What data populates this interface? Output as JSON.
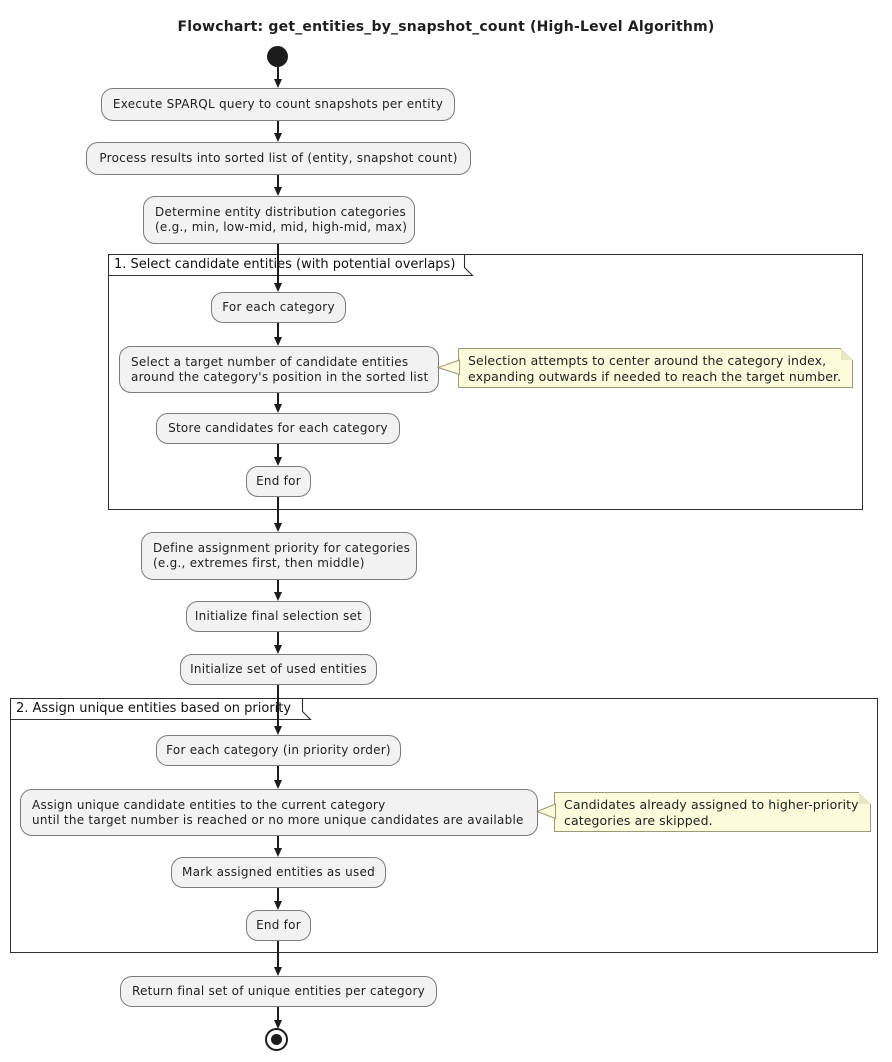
{
  "title": "Flowchart: get_entities_by_snapshot_count (High-Level Algorithm)",
  "colors": {
    "background": "#ffffff",
    "activity_fill": "#f2f2f2",
    "activity_border": "#7b7b7b",
    "text": "#1f1f1f",
    "line": "#1c1c1c",
    "frame_border": "#2e2e2e",
    "note_fill": "#fcfcdc",
    "note_border": "#9a9a78",
    "note_fold": "#e7e7c4"
  },
  "frames": {
    "f1": "1. Select candidate entities (with potential overlaps)",
    "f2": "2. Assign unique entities based on priority"
  },
  "notes": {
    "n1": [
      "Selection attempts to center around the category index,",
      "expanding outwards if needed to reach the target number."
    ],
    "n2": [
      "Candidates already assigned to higher-priority",
      "categories are skipped."
    ]
  },
  "activities": {
    "execute": "Execute SPARQL query to count snapshots per entity",
    "process": "Process results into sorted list of (entity, snapshot count)",
    "determine": [
      "Determine entity distribution categories",
      "(e.g., min, low-mid, mid, high-mid, max)"
    ],
    "foreach1": "For each category",
    "select": [
      "Select a target number of candidate entities",
      "around the category's position in the sorted list"
    ],
    "store": "Store candidates for each category",
    "endfor1": "End for",
    "define": [
      "Define assignment priority for categories",
      "(e.g., extremes first, then middle)"
    ],
    "init_selection": "Initialize final selection set",
    "init_used": "Initialize set of used entities",
    "foreach2": "For each category (in priority order)",
    "assign": [
      "Assign unique candidate entities to the current category",
      "until the target number is reached or no more unique candidates are available"
    ],
    "mark": "Mark assigned entities as used",
    "endfor2": "End for",
    "return": "Return final set of unique entities per category"
  }
}
